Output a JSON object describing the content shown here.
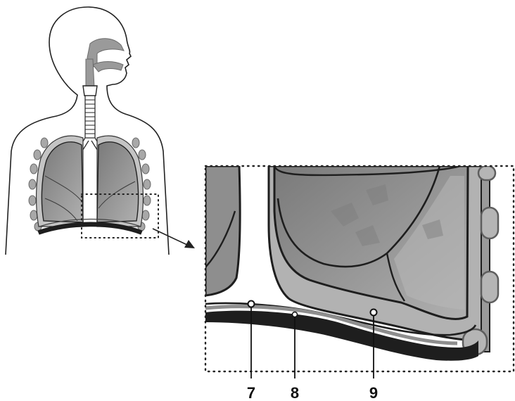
{
  "diagram": {
    "callouts": [
      {
        "number": "7"
      },
      {
        "number": "8"
      },
      {
        "number": "9"
      }
    ]
  },
  "colors": {
    "outline": "#222222",
    "lung_fill": "#8e8e8e",
    "lung_dark": "#6b6b6b",
    "pleura": "#a8a8a8",
    "diaphragm": "#1e1e1e",
    "airway": "#9a9a9a"
  }
}
